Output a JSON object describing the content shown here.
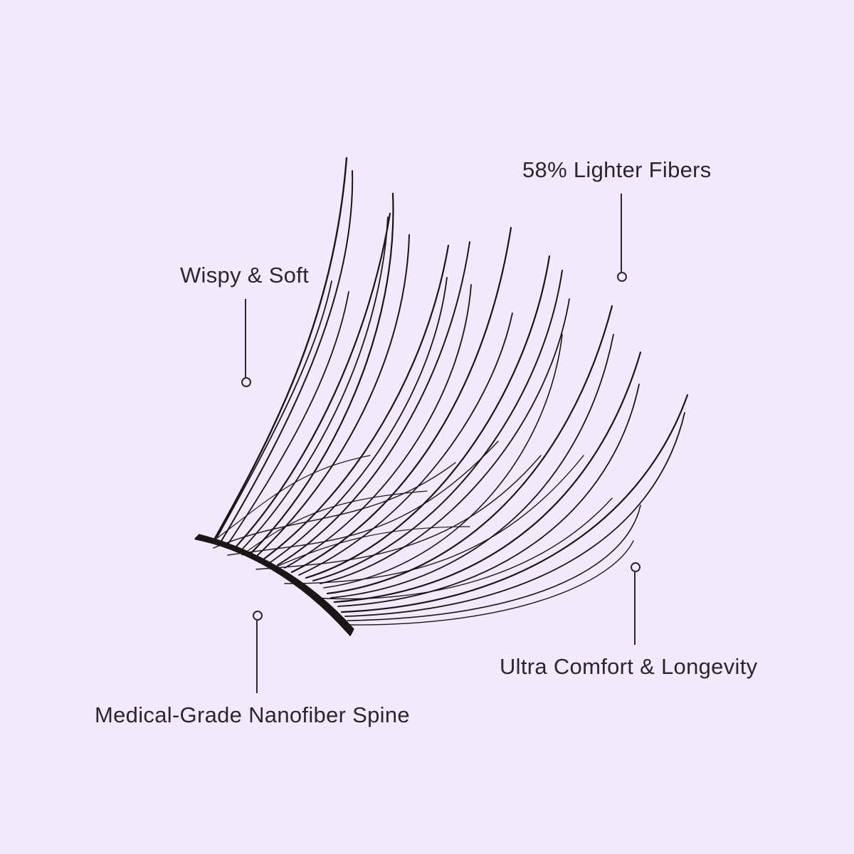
{
  "colors": {
    "background": "#f0eafb",
    "text": "#2b2630",
    "lash": "#1a1618"
  },
  "callouts": {
    "wispy": "Wispy & Soft",
    "lighter": "58% Lighter Fibers",
    "comfort": "Ultra Comfort & Longevity",
    "spine": "Medical-Grade Nanofiber Spine"
  }
}
